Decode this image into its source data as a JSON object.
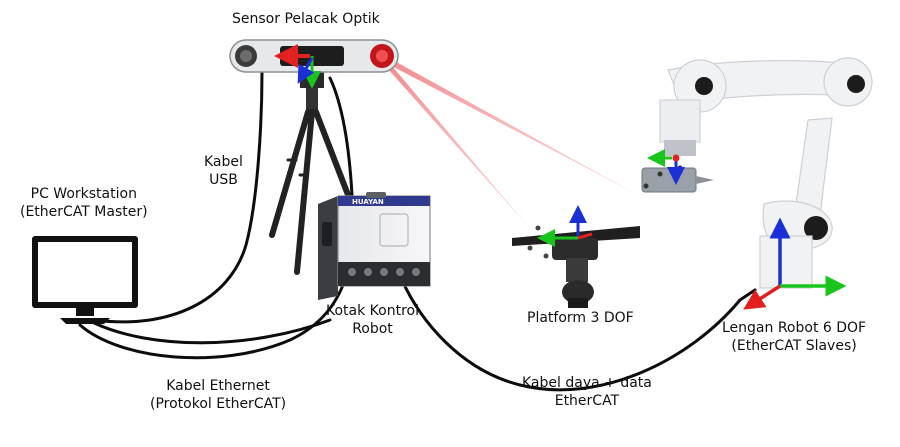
{
  "labels": {
    "sensor": "Sensor Pelacak Optik",
    "usb_line1": "Kabel",
    "usb_line2": "USB",
    "pc_line1": "PC Workstation",
    "pc_line2": "(EtherCAT Master)",
    "control_line1": "Kotak Kontrol",
    "control_line2": "Robot",
    "platform": "Platform 3 DOF",
    "arm_line1": "Lengan Robot 6 DOF",
    "arm_line2": "(EtherCAT Slaves)",
    "ethernet_line1": "Kabel Ethernet",
    "ethernet_line2": "(Protokol EtherCAT)",
    "power_line1": "Kabel daya + data",
    "power_line2": "EtherCAT"
  },
  "control_box_brand": "HUAYAN",
  "colors": {
    "cable": "#0c0c0c",
    "beam": "#e8282e",
    "axis_x": "#e22020",
    "axis_y": "#19c51c",
    "axis_z": "#1a30d6",
    "robot_body": "#f1f2f4"
  }
}
